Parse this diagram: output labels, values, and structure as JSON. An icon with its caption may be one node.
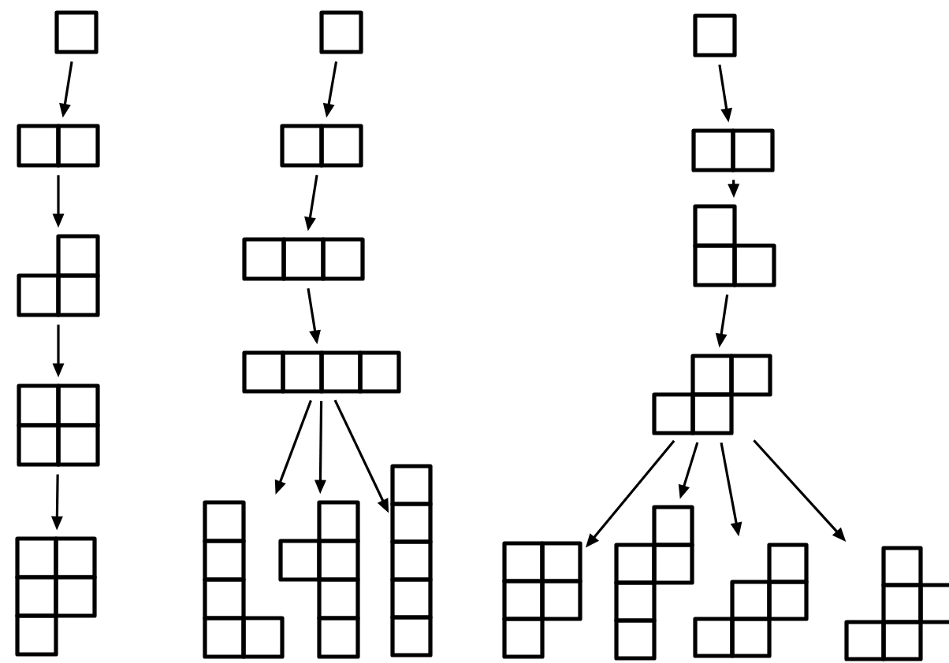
{
  "diagram": {
    "nodes": [
      {
        "text": [],
        "shape": "polyomino"
      },
      {
        "text": [],
        "shape": "polyomino"
      },
      {
        "text": [],
        "shape": "polyomino"
      },
      {
        "text": [],
        "shape": "polyomino"
      },
      {
        "text": [],
        "shape": "polyomino"
      },
      {
        "text": [],
        "shape": "polyomino"
      },
      {
        "text": [],
        "shape": "polyomino"
      },
      {
        "text": [],
        "shape": "polyomino"
      },
      {
        "text": [],
        "shape": "polyomino"
      },
      {
        "text": [],
        "shape": "polyomino"
      },
      {
        "text": [],
        "shape": "polyomino"
      },
      {
        "text": [],
        "shape": "polyomino"
      },
      {
        "text": [],
        "shape": "polyomino"
      },
      {
        "text": [],
        "shape": "polyomino"
      },
      {
        "text": [],
        "shape": "polyomino"
      },
      {
        "text": [],
        "shape": "polyomino"
      },
      {
        "text": [],
        "shape": "polyomino"
      },
      {
        "text": [],
        "shape": "polyomino"
      },
      {
        "text": [],
        "shape": "polyomino"
      },
      {
        "text": [],
        "shape": "polyomino"
      }
    ],
    "edges": [
      {
        "from": 0,
        "to": 1,
        "arrow": "to"
      },
      {
        "from": 1,
        "to": 2,
        "arrow": "to"
      },
      {
        "from": 2,
        "to": 3,
        "arrow": "to"
      },
      {
        "from": 3,
        "to": 4,
        "arrow": "to"
      },
      {
        "from": 5,
        "to": 6,
        "arrow": "to"
      },
      {
        "from": 6,
        "to": 7,
        "arrow": "to"
      },
      {
        "from": 7,
        "to": 8,
        "arrow": "to"
      },
      {
        "from": 8,
        "to": 9,
        "arrow": "to"
      },
      {
        "from": 8,
        "to": 10,
        "arrow": "to"
      },
      {
        "from": 8,
        "to": 11,
        "arrow": "to"
      },
      {
        "from": 12,
        "to": 13,
        "arrow": "to"
      },
      {
        "from": 13,
        "to": 14,
        "arrow": "to"
      },
      {
        "from": 14,
        "to": 15,
        "arrow": "to"
      },
      {
        "from": 15,
        "to": 16,
        "arrow": "to"
      },
      {
        "from": 15,
        "to": 17,
        "arrow": "to"
      },
      {
        "from": 15,
        "to": 18,
        "arrow": "to"
      },
      {
        "from": 15,
        "to": 19,
        "arrow": "to"
      }
    ]
  }
}
